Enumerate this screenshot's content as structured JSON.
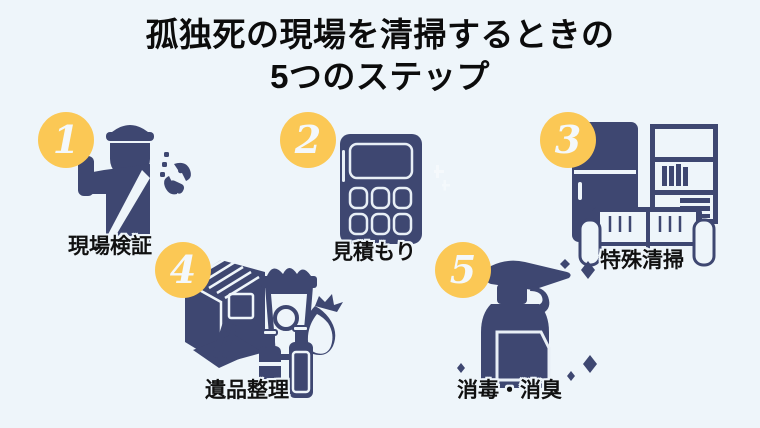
{
  "page": {
    "background_color": "#eef5fa",
    "navy_color": "#3e4771",
    "badge_color": "#fbc855",
    "badge_number_color": "#f4f8fb",
    "text_color": "#111111"
  },
  "title": {
    "line1": "孤独死の現場を清掃するときの",
    "line2": "5つのステップ"
  },
  "steps": [
    {
      "number": "1",
      "label": "現場検証",
      "icon": "police-officer-phone-icon"
    },
    {
      "number": "2",
      "label": "見積もり",
      "icon": "calculator-icon"
    },
    {
      "number": "3",
      "label": "特殊清掃",
      "icon": "furniture-refrigerator-shelf-sofa-icon"
    },
    {
      "number": "4",
      "label": "遺品整理",
      "icon": "books-trash-bin-bottles-icon"
    },
    {
      "number": "5",
      "label": "消毒・消臭",
      "icon": "spray-bottle-icon"
    }
  ]
}
